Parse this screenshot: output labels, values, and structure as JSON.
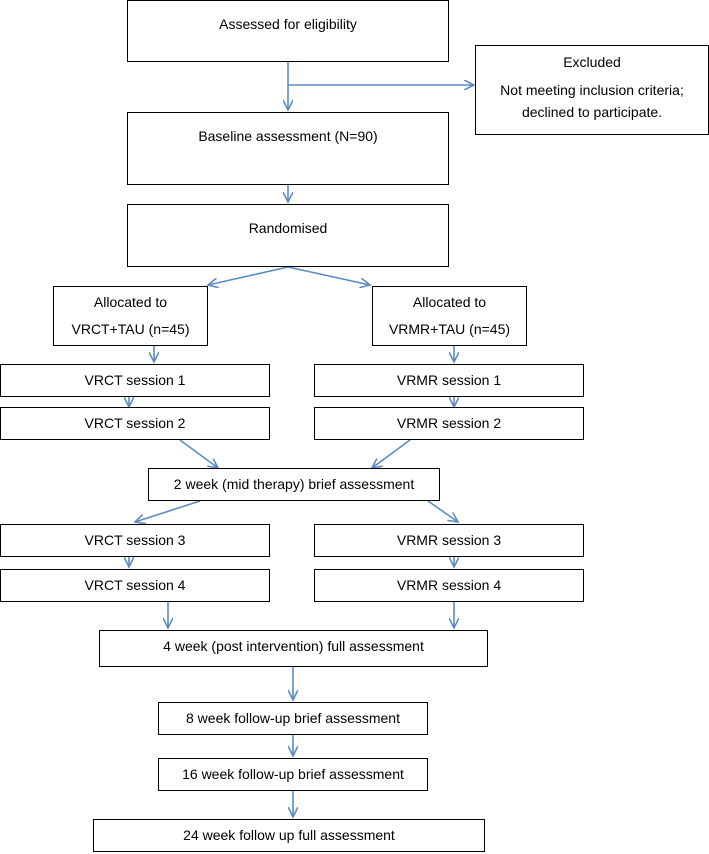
{
  "flowchart": {
    "assessed": "Assessed for eligibility",
    "excluded": {
      "title": "Excluded",
      "reason_line1": "Not meeting inclusion criteria;",
      "reason_line2": "declined to participate."
    },
    "baseline": "Baseline assessment (N=90)",
    "randomised": "Randomised",
    "left_arm": {
      "allocation_line1": "Allocated to",
      "allocation_line2": "VRCT+TAU (n=45)",
      "session1": "VRCT session 1",
      "session2": "VRCT session 2",
      "session3": "VRCT session 3",
      "session4": "VRCT session 4"
    },
    "right_arm": {
      "allocation_line1": "Allocated to",
      "allocation_line2": "VRMR+TAU (n=45)",
      "session1": "VRMR session 1",
      "session2": "VRMR session 2",
      "session3": "VRMR session 3",
      "session4": "VRMR session 4"
    },
    "mid_therapy": "2 week (mid therapy) brief assessment",
    "post_intervention": "4 week (post intervention) full assessment",
    "followup_8": "8 week follow-up brief assessment",
    "followup_16": "16 week follow-up brief assessment",
    "followup_24": "24 week follow up full assessment"
  }
}
